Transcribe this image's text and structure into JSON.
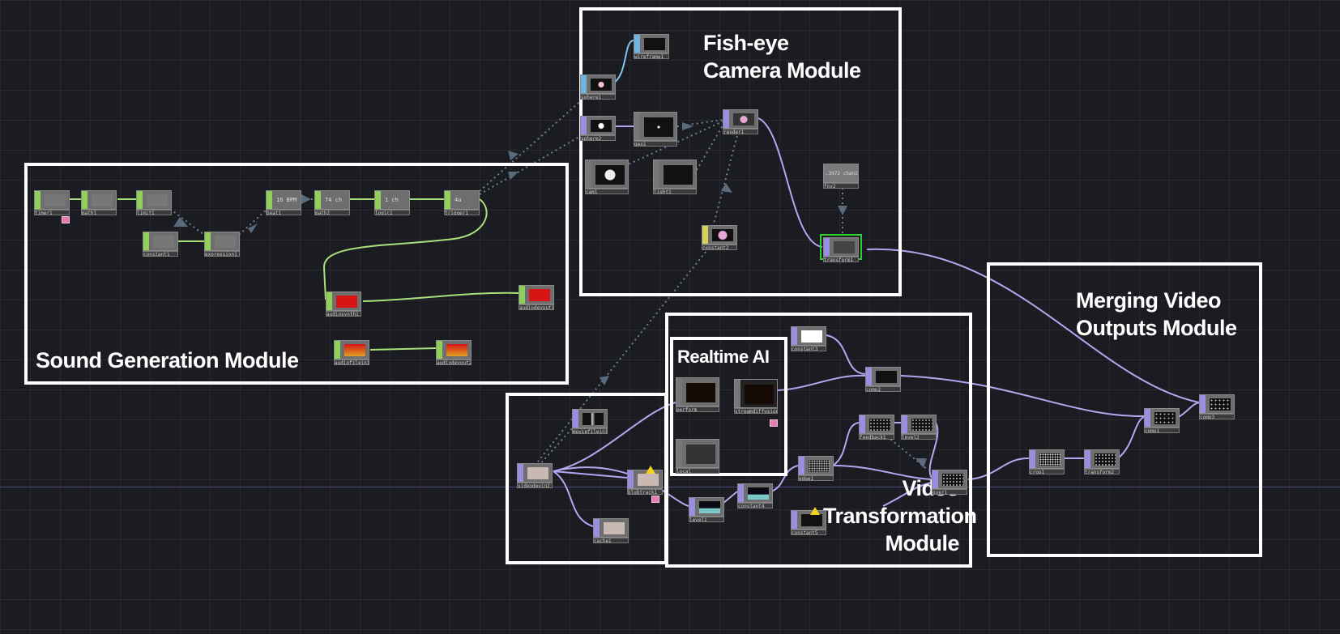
{
  "colors": {
    "background": "#1b1c22",
    "chop_wire": "#a8e07a",
    "top_wire": "#b4a6f0",
    "sop_wire": "#7cc6ee",
    "export_dots": "#6f7f90",
    "module_border": "#ffffff"
  },
  "modules": [
    {
      "id": "sound",
      "title": "Sound Generation Module"
    },
    {
      "id": "fisheye",
      "title": "Fish-eye\nCamera Module"
    },
    {
      "id": "realtime_ai",
      "title": "Realtime AI"
    },
    {
      "id": "video_transform",
      "title": "Video\nTransformation\nModule"
    },
    {
      "id": "merge",
      "title": "Merging Video\nOutputs Module"
    },
    {
      "id": "input",
      "title": ""
    }
  ],
  "nodes": {
    "timer1": {
      "label": "timer1",
      "family": "chop"
    },
    "math1": {
      "label": "math1",
      "family": "chop"
    },
    "limit1": {
      "label": "limit1",
      "family": "chop"
    },
    "constant1": {
      "label": "constant1",
      "family": "chop"
    },
    "expression1": {
      "label": "expression1",
      "family": "chop"
    },
    "beat1": {
      "label": "beat1",
      "family": "chop",
      "value": "16 BPM"
    },
    "math2": {
      "label": "math2",
      "family": "chop",
      "value": "74 ch"
    },
    "logic1": {
      "label": "logic1",
      "family": "chop",
      "value": "1 ch"
    },
    "trigger1": {
      "label": "trigger1",
      "family": "chop",
      "value": "4u"
    },
    "audiosynth1": {
      "label": "audiosynth1",
      "family": "chop"
    },
    "audiodevout1": {
      "label": "audiodevout1",
      "family": "chop"
    },
    "audiofilein1": {
      "label": "audiofilein1",
      "family": "chop"
    },
    "audiodevout2": {
      "label": "audiodevout2",
      "family": "chop"
    },
    "wireframe1": {
      "label": "wireframe1",
      "family": "sop"
    },
    "sphere1": {
      "label": "sphere1",
      "family": "sop"
    },
    "sphere2": {
      "label": "sphere2",
      "family": "top"
    },
    "geo1": {
      "label": "geo1",
      "family": "comp"
    },
    "cam1": {
      "label": "cam1",
      "family": "comp"
    },
    "light1": {
      "label": "light1",
      "family": "comp"
    },
    "render1": {
      "label": "render1",
      "family": "top"
    },
    "fov2": {
      "label": "fov2",
      "family": "chop",
      "value": ".3972 chan1"
    },
    "constant2": {
      "label": "constant2",
      "family": "mat"
    },
    "transform1": {
      "label": "transform1",
      "family": "top"
    },
    "perform": {
      "label": "perform",
      "family": "comp"
    },
    "streamdiffusion": {
      "label": "streamdiffusion",
      "family": "comp"
    },
    "local": {
      "label": "local",
      "family": "comp"
    },
    "constant3": {
      "label": "constant3",
      "family": "top"
    },
    "comp2": {
      "label": "comp2",
      "family": "top"
    },
    "feedback1": {
      "label": "feedback1",
      "family": "top"
    },
    "level2": {
      "label": "level2",
      "family": "top"
    },
    "edge1": {
      "label": "edge1",
      "family": "top"
    },
    "level1": {
      "label": "level1",
      "family": "top"
    },
    "constant4": {
      "label": "constant4",
      "family": "top"
    },
    "constant5": {
      "label": "constant5",
      "family": "top"
    },
    "over1": {
      "label": "over1",
      "family": "top"
    },
    "moviefilein1": {
      "label": "moviefilein1",
      "family": "top"
    },
    "videodevin2": {
      "label": "videodevin2",
      "family": "top"
    },
    "blobtrack1": {
      "label": "blobtrack1",
      "family": "top"
    },
    "cache1": {
      "label": "cache1",
      "family": "top"
    },
    "crop1": {
      "label": "crop1",
      "family": "top"
    },
    "transform2": {
      "label": "transform2",
      "family": "top"
    },
    "comp1": {
      "label": "comp1",
      "family": "top"
    },
    "comp3": {
      "label": "comp3",
      "family": "top"
    }
  }
}
